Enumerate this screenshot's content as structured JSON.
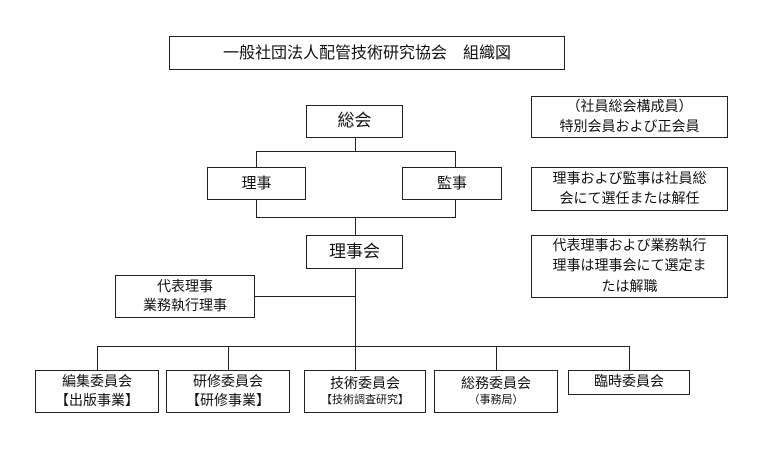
{
  "title": "一般社団法人配管技術研究協会　組織図",
  "nodes": {
    "general_meeting": "総会",
    "directors": "理事",
    "auditor": "監事",
    "board": "理事会",
    "representative": [
      "代表理事",
      "業務執行理事"
    ],
    "committees": [
      {
        "name": "編集委員会",
        "sub": "【出版事業】"
      },
      {
        "name": "研修委員会",
        "sub": "【研修事業】"
      },
      {
        "name": "技術委員会",
        "sub": "【技術調査研究】"
      },
      {
        "name": "総務委員会",
        "sub": "（事務局）"
      },
      {
        "name": "臨時委員会",
        "sub": ""
      }
    ]
  },
  "notes": [
    [
      "（社員総会構成員）",
      "特別会員および正会員"
    ],
    [
      "理事および監事は社員総",
      "会にて選任または解任"
    ],
    [
      "代表理事および業務執行",
      "理事は理事会にて選定ま",
      "たは解職"
    ]
  ]
}
